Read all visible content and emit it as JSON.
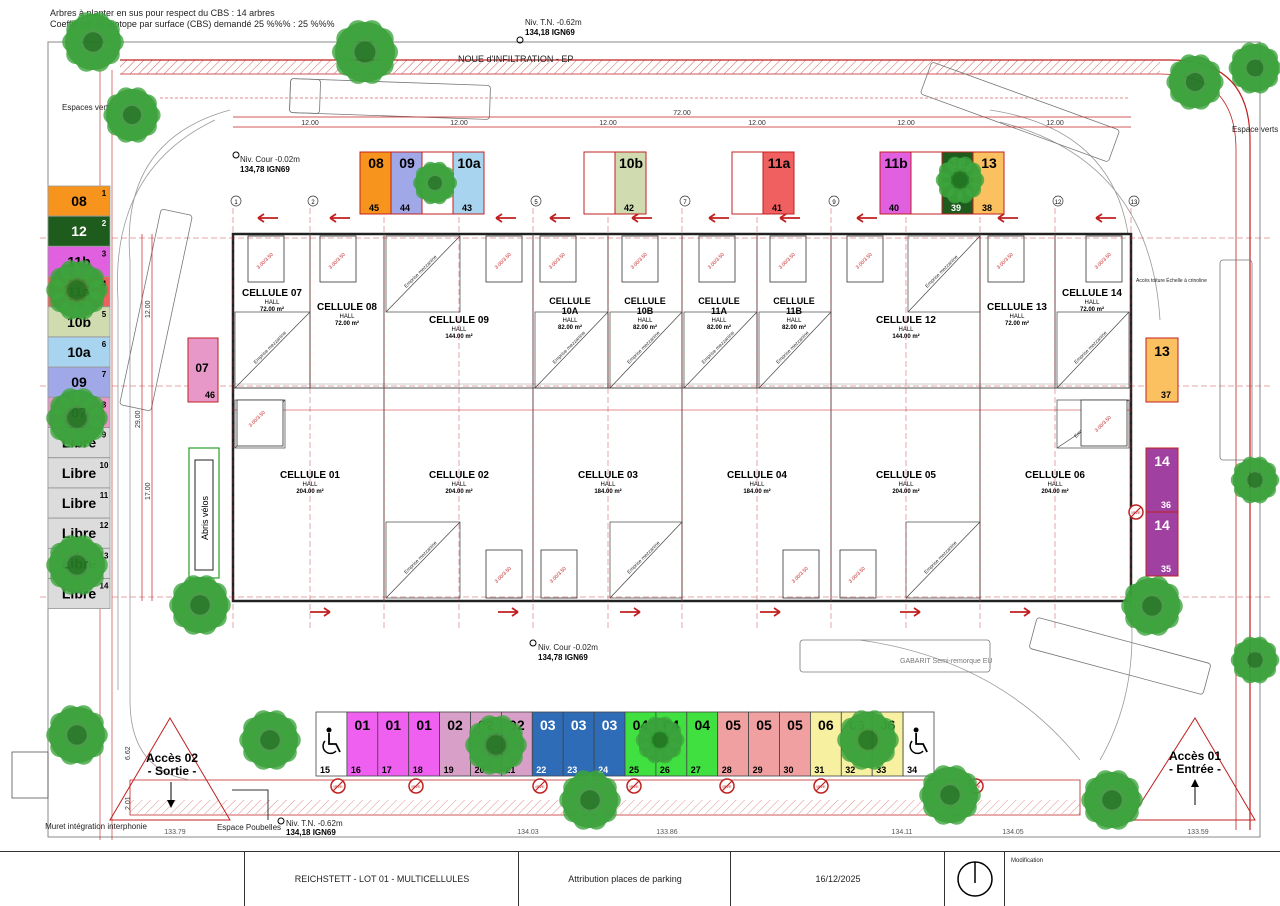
{
  "header": {
    "line1": "Arbres à planter en sus pour respect du CBS : 14 arbres",
    "line2": "Coefficient de biotope par surface (CBS) demandé 25 %%% : 25 %%%"
  },
  "levels": {
    "tn_top_label": "Niv. T.N. -0.62m",
    "tn_top_value": "134,18 IGN69",
    "cour_left_label": "Niv. Cour -0.02m",
    "cour_left_value": "134,78 IGN69",
    "cour_mid_label": "Niv. Cour -0.02m",
    "cour_mid_value": "134,78 IGN69",
    "tn_bottom_label": "Niv. T.N. -0.62m",
    "tn_bottom_value": "134,18 IGN69"
  },
  "labels": {
    "noue": "NOUE d'INFILTRATION - EP",
    "espaces_verts_left": "Espaces verts",
    "espaces_verts_right": "Espace verts",
    "abris_velos": "Abris vélos",
    "acces02_l1": "Accès 02",
    "acces02_l2": "- Sortie -",
    "acces01_l1": "Accès 01",
    "acces01_l2": "- Entrée -",
    "muret": "Muret intégration interphonie",
    "espace_poubelles": "Espace Poubelles",
    "acces_toiture": "Accès toiture Échelle à crinoline",
    "irve": "IRVE",
    "mezzanine": "Emprise mezzanine",
    "door_dim": "3.00/3.50",
    "hall": "HALL",
    "gabarit": "GABARIT Semi-remorque EU"
  },
  "dimensions": {
    "total": "72.00",
    "segment": "12.00",
    "depth": "29.00",
    "depth_top": "12.00",
    "depth_bottom": "17.00",
    "dim_left_a": "6.62",
    "dim_left_b": "2.01",
    "alt_1": "133.79",
    "alt_2": "134.03",
    "alt_3": "133.86",
    "alt_4": "134.11",
    "alt_5": "134.05",
    "alt_6": "133.59"
  },
  "axes": [
    "1",
    "2",
    "3",
    "4",
    "5",
    "6",
    "7",
    "8",
    "9",
    "10",
    "11",
    "12",
    "13"
  ],
  "cells_top": [
    {
      "id": "c07",
      "name": "CELLULE 07",
      "area": "72.00 m²"
    },
    {
      "id": "c08",
      "name": "CELLULE 08",
      "area": "72.00 m²"
    },
    {
      "id": "c09",
      "name": "CELLULE 09",
      "area": "144.00 m²"
    },
    {
      "id": "c10a",
      "name": "CELLULE 10A",
      "area": "82.00 m²"
    },
    {
      "id": "c10b",
      "name": "CELLULE 10B",
      "area": "82.00 m²"
    },
    {
      "id": "c11a",
      "name": "CELLULE 11A",
      "area": "82.00 m²"
    },
    {
      "id": "c11b",
      "name": "CELLULE 11B",
      "area": "82.00 m²"
    },
    {
      "id": "c12",
      "name": "CELLULE 12",
      "area": "144.00 m²"
    },
    {
      "id": "c13",
      "name": "CELLULE 13",
      "area": "72.00 m²"
    },
    {
      "id": "c14",
      "name": "CELLULE 14",
      "area": "72.00 m²"
    }
  ],
  "cells_bottom": [
    {
      "id": "c01",
      "name": "CELLULE 01",
      "area": "204.00 m²"
    },
    {
      "id": "c02",
      "name": "CELLULE 02",
      "area": "204.00 m²"
    },
    {
      "id": "c03",
      "name": "CELLULE 03",
      "area": "184.00 m²"
    },
    {
      "id": "c04",
      "name": "CELLULE 04",
      "area": "184.00 m²"
    },
    {
      "id": "c05",
      "name": "CELLULE 05",
      "area": "204.00 m²"
    },
    {
      "id": "c06",
      "name": "CELLULE 06",
      "area": "204.00 m²"
    }
  ],
  "legend": [
    {
      "label": "08",
      "num": "1",
      "color": "#f7941d"
    },
    {
      "label": "12",
      "num": "2",
      "color": "#1d5c1d"
    },
    {
      "label": "11b",
      "num": "3",
      "color": "#e060e0"
    },
    {
      "label": "11a",
      "num": "4",
      "color": "#f06060"
    },
    {
      "label": "10b",
      "num": "5",
      "color": "#d0dcb0"
    },
    {
      "label": "10a",
      "num": "6",
      "color": "#a8d4f0"
    },
    {
      "label": "09",
      "num": "7",
      "color": "#a0a8e8"
    },
    {
      "label": "07",
      "num": "8",
      "color": "#e898c8"
    },
    {
      "label": "Libre",
      "num": "9",
      "color": "#dcdcdc"
    },
    {
      "label": "Libre",
      "num": "10",
      "color": "#dcdcdc"
    },
    {
      "label": "Libre",
      "num": "11",
      "color": "#dcdcdc"
    },
    {
      "label": "Libre",
      "num": "12",
      "color": "#dcdcdc"
    },
    {
      "label": "Libre",
      "num": "13",
      "color": "#dcdcdc"
    },
    {
      "label": "Libre",
      "num": "14",
      "color": "#dcdcdc"
    }
  ],
  "parking_top": [
    {
      "label": "08",
      "num": "45",
      "color": "#f7941d"
    },
    {
      "label": "09",
      "num": "44",
      "color": "#a0a8e8"
    },
    {
      "label": "10a",
      "num": "43",
      "color": "#a8d4f0"
    },
    {
      "label": "10b",
      "num": "42",
      "color": "#d0dcb0"
    },
    {
      "label": "11a",
      "num": "41",
      "color": "#f06060"
    },
    {
      "label": "11b",
      "num": "40",
      "color": "#e060e0"
    },
    {
      "label": "12",
      "num": "39",
      "color": "#1d5c1d"
    },
    {
      "label": "13",
      "num": "38",
      "color": "#fbc060"
    }
  ],
  "parking_left": {
    "label": "07",
    "num": "46",
    "color": "#e898c8"
  },
  "parking_right": [
    {
      "label": "13",
      "num": "37",
      "color": "#fbc060"
    },
    {
      "label": "14",
      "num": "36",
      "color": "#a040a0"
    },
    {
      "label": "14",
      "num": "35",
      "color": "#a040a0"
    }
  ],
  "parking_bottom": [
    {
      "label": "",
      "num": "15",
      "color": "#ffffff",
      "pmr": true
    },
    {
      "label": "01",
      "num": "16",
      "color": "#f060f0"
    },
    {
      "label": "01",
      "num": "17",
      "color": "#f060f0"
    },
    {
      "label": "01",
      "num": "18",
      "color": "#f060f0"
    },
    {
      "label": "02",
      "num": "19",
      "color": "#d8a0c8"
    },
    {
      "label": "02",
      "num": "20",
      "color": "#d8a0c8"
    },
    {
      "label": "02",
      "num": "21",
      "color": "#d8a0c8"
    },
    {
      "label": "03",
      "num": "22",
      "color": "#2e6cb8"
    },
    {
      "label": "03",
      "num": "23",
      "color": "#2e6cb8"
    },
    {
      "label": "03",
      "num": "24",
      "color": "#2e6cb8"
    },
    {
      "label": "04",
      "num": "25",
      "color": "#40e040"
    },
    {
      "label": "04",
      "num": "26",
      "color": "#40e040"
    },
    {
      "label": "04",
      "num": "27",
      "color": "#40e040"
    },
    {
      "label": "05",
      "num": "28",
      "color": "#f0a0a0"
    },
    {
      "label": "05",
      "num": "29",
      "color": "#f0a0a0"
    },
    {
      "label": "05",
      "num": "30",
      "color": "#f0a0a0"
    },
    {
      "label": "06",
      "num": "31",
      "color": "#f6f0a0"
    },
    {
      "label": "06",
      "num": "32",
      "color": "#f6f0a0"
    },
    {
      "label": "06",
      "num": "33",
      "color": "#f6f0a0"
    },
    {
      "label": "",
      "num": "34",
      "color": "#ffffff",
      "pmr": true
    }
  ],
  "titleblock": {
    "project": "REICHSTETT - LOT 01 - MULTICELLULES",
    "subject": "Attribution places de parking",
    "date": "16/12/2025",
    "modification": "Modification"
  }
}
